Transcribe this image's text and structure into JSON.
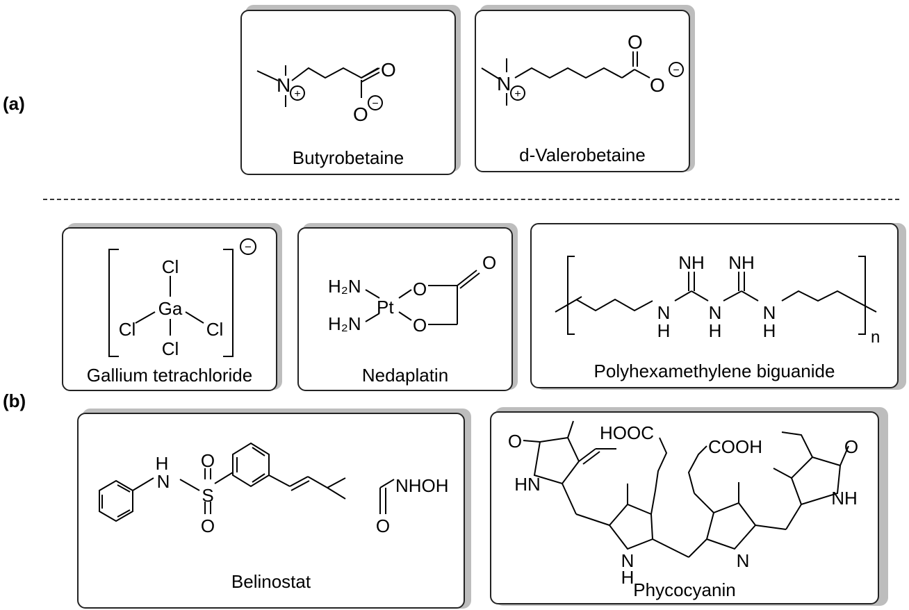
{
  "sections": {
    "a": "(a)",
    "b": "(b)"
  },
  "compounds": {
    "butyrobetaine": "Butyrobetaine",
    "valerobetaine": "d-Valerobetaine",
    "gallium": "Gallium tetrachloride",
    "nedaplatin": "Nedaplatin",
    "phmb": "Polyhexamethylene biguanide",
    "belinostat": "Belinostat",
    "phycocyanin": "Phycocyanin"
  },
  "atoms": {
    "N": "N",
    "O": "O",
    "Cl": "Cl",
    "Ga": "Ga",
    "Pt": "Pt",
    "H2N": "H₂N",
    "NH": "NH",
    "H": "H",
    "HN": "HN",
    "S": "S",
    "NHOH": "NHOH",
    "HOOC": "HOOC",
    "COOH": "COOH",
    "n": "n"
  },
  "charges": {
    "plus": "+",
    "minus": "−"
  }
}
